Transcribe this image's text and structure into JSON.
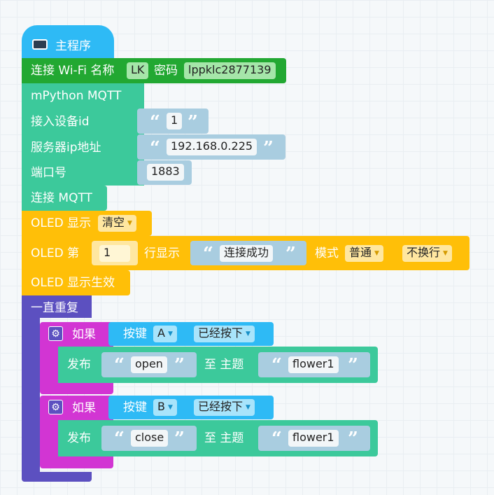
{
  "program": {
    "title": "主程序"
  },
  "wifi": {
    "label_connect": "连接 Wi-Fi 名称",
    "ssid": "LK",
    "label_password": "密码",
    "password": "lppklc2877139"
  },
  "mqtt": {
    "header": "mPython MQTT",
    "device_label": "接入设备id",
    "device_id": "1",
    "server_label": "服务器ip地址",
    "server_ip": "192.168.0.225",
    "port_label": "端口号",
    "port": "1883",
    "connect": "连接 MQTT"
  },
  "oled": {
    "clear_label": "OLED 显示",
    "clear_mode": "清空",
    "line_label": "OLED 第",
    "line_no": "1",
    "row_show": "行显示",
    "text": "连接成功",
    "mode_label": "模式",
    "mode": "普通",
    "wrap": "不换行",
    "apply": "OLED 显示生效"
  },
  "loop": {
    "label": "一直重复"
  },
  "if_a": {
    "label": "如果",
    "button_label": "按键",
    "button": "A",
    "state": "已经按下",
    "publish": "发布",
    "message": "open",
    "to_topic": "至 主题",
    "topic": "flower1"
  },
  "if_b": {
    "label": "如果",
    "button_label": "按键",
    "button": "B",
    "state": "已经按下",
    "publish": "发布",
    "message": "close",
    "to_topic": "至 主题",
    "topic": "flower1"
  },
  "icons": {
    "quote_open": "“",
    "quote_close": "”",
    "dropdown": "▼",
    "gear": "⚙"
  },
  "colors": {
    "event": "#2ebaf5",
    "wifi": "#22a832",
    "mqtt": "#3cc99b",
    "oled": "#ffbf08",
    "loop": "#5c50c0",
    "if": "#d235d3",
    "text": "#a9cde0"
  }
}
